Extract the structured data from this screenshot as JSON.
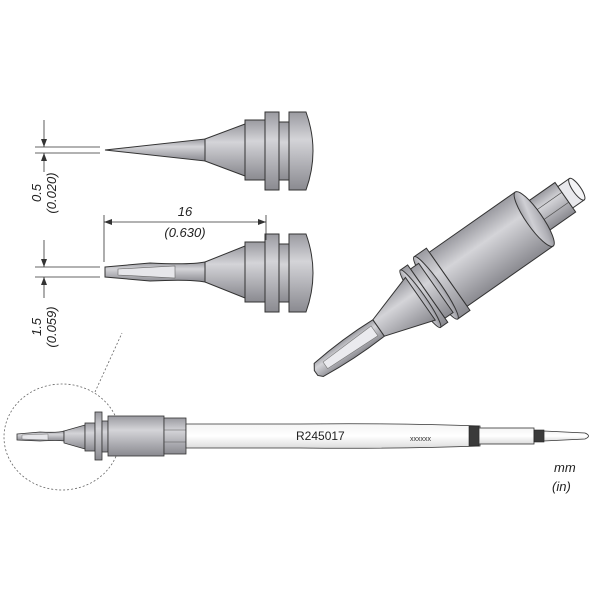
{
  "dimensions": {
    "tip_size_mm": "0.5",
    "tip_size_in": "(0.020)",
    "length_mm": "16",
    "length_in": "(0.630)",
    "blade_mm": "1.5",
    "blade_in": "(0.059)"
  },
  "cartridge": {
    "part_number": "R245017",
    "serial_mark": "xxxxxx"
  },
  "units": {
    "metric": "mm",
    "imperial": "(in)"
  }
}
